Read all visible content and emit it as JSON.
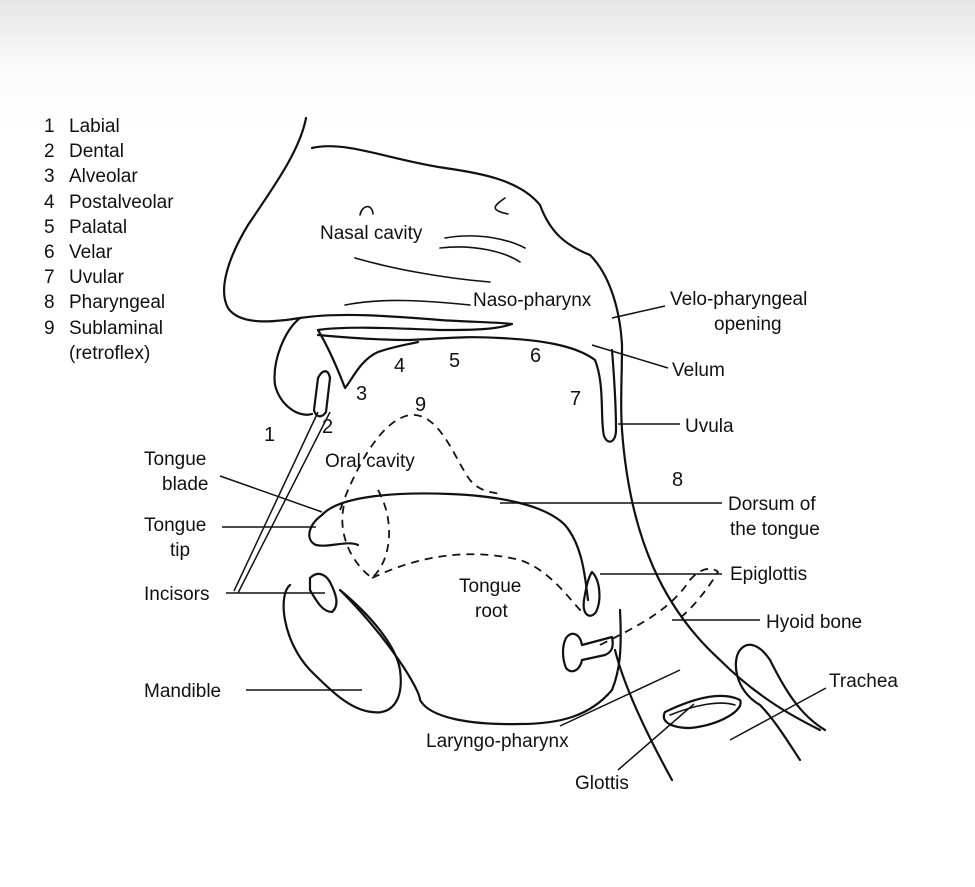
{
  "legend": [
    {
      "num": "1",
      "label": "Labial"
    },
    {
      "num": "2",
      "label": "Dental"
    },
    {
      "num": "3",
      "label": "Alveolar"
    },
    {
      "num": "4",
      "label": "Postalveolar"
    },
    {
      "num": "5",
      "label": "Palatal"
    },
    {
      "num": "6",
      "label": "Velar"
    },
    {
      "num": "7",
      "label": "Uvular"
    },
    {
      "num": "8",
      "label": "Pharyngeal"
    },
    {
      "num": "9",
      "label": "Sublaminal",
      "sub": "(retroflex)"
    }
  ],
  "labels": {
    "nasal_cavity": "Nasal cavity",
    "naso_pharynx": "Naso-pharynx",
    "velo_pharyngeal_1": "Velo-pharyngeal",
    "velo_pharyngeal_2": "opening",
    "velum": "Velum",
    "uvula": "Uvula",
    "oral_cavity": "Oral cavity",
    "tongue_blade_1": "Tongue",
    "tongue_blade_2": "blade",
    "tongue_tip_1": "Tongue",
    "tongue_tip_2": "tip",
    "incisors": "Incisors",
    "mandible": "Mandible",
    "dorsum_1": "Dorsum of",
    "dorsum_2": "the tongue",
    "epiglottis": "Epiglottis",
    "hyoid_bone": "Hyoid bone",
    "tongue_root_1": "Tongue",
    "tongue_root_2": "root",
    "trachea": "Trachea",
    "laryngo_pharynx": "Laryngo-pharynx",
    "glottis": "Glottis"
  },
  "points": {
    "p1": "1",
    "p2": "2",
    "p3": "3",
    "p4": "4",
    "p5": "5",
    "p6": "6",
    "p7": "7",
    "p8": "8",
    "p9": "9"
  }
}
